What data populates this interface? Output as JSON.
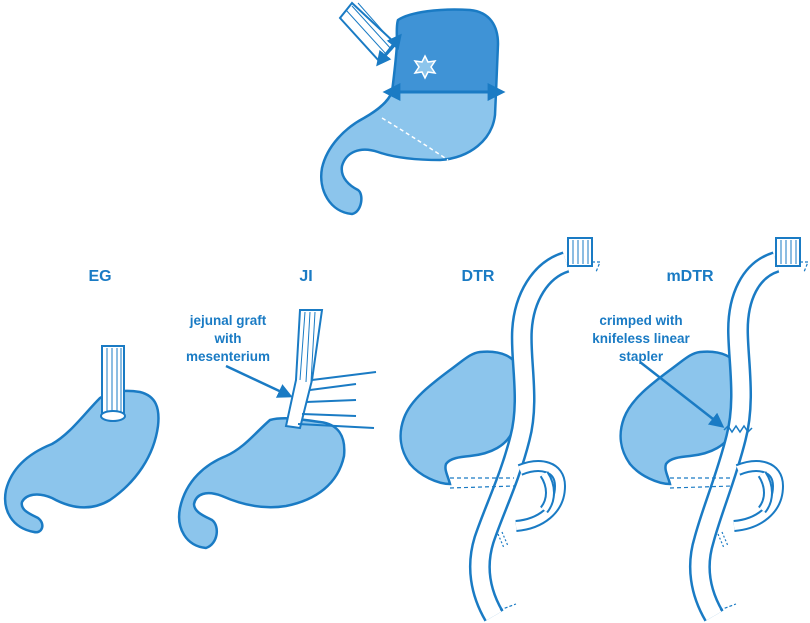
{
  "panels": [
    {
      "id": "eg",
      "title": "EG"
    },
    {
      "id": "ji",
      "title": "JI"
    },
    {
      "id": "dtr",
      "title": "DTR"
    },
    {
      "id": "mdtr",
      "title": "mDTR"
    }
  ],
  "annotations": {
    "ji": [
      "jejunal graft",
      "with",
      "mesenterium"
    ],
    "mdtr": [
      "crimped with",
      "knifeless linear",
      "stapler"
    ]
  },
  "colors": {
    "stroke": "#1a7bc4",
    "fill_light": "#8cc5ec",
    "fill_dark": "#3f93d6",
    "label": "#1a7bc4"
  }
}
